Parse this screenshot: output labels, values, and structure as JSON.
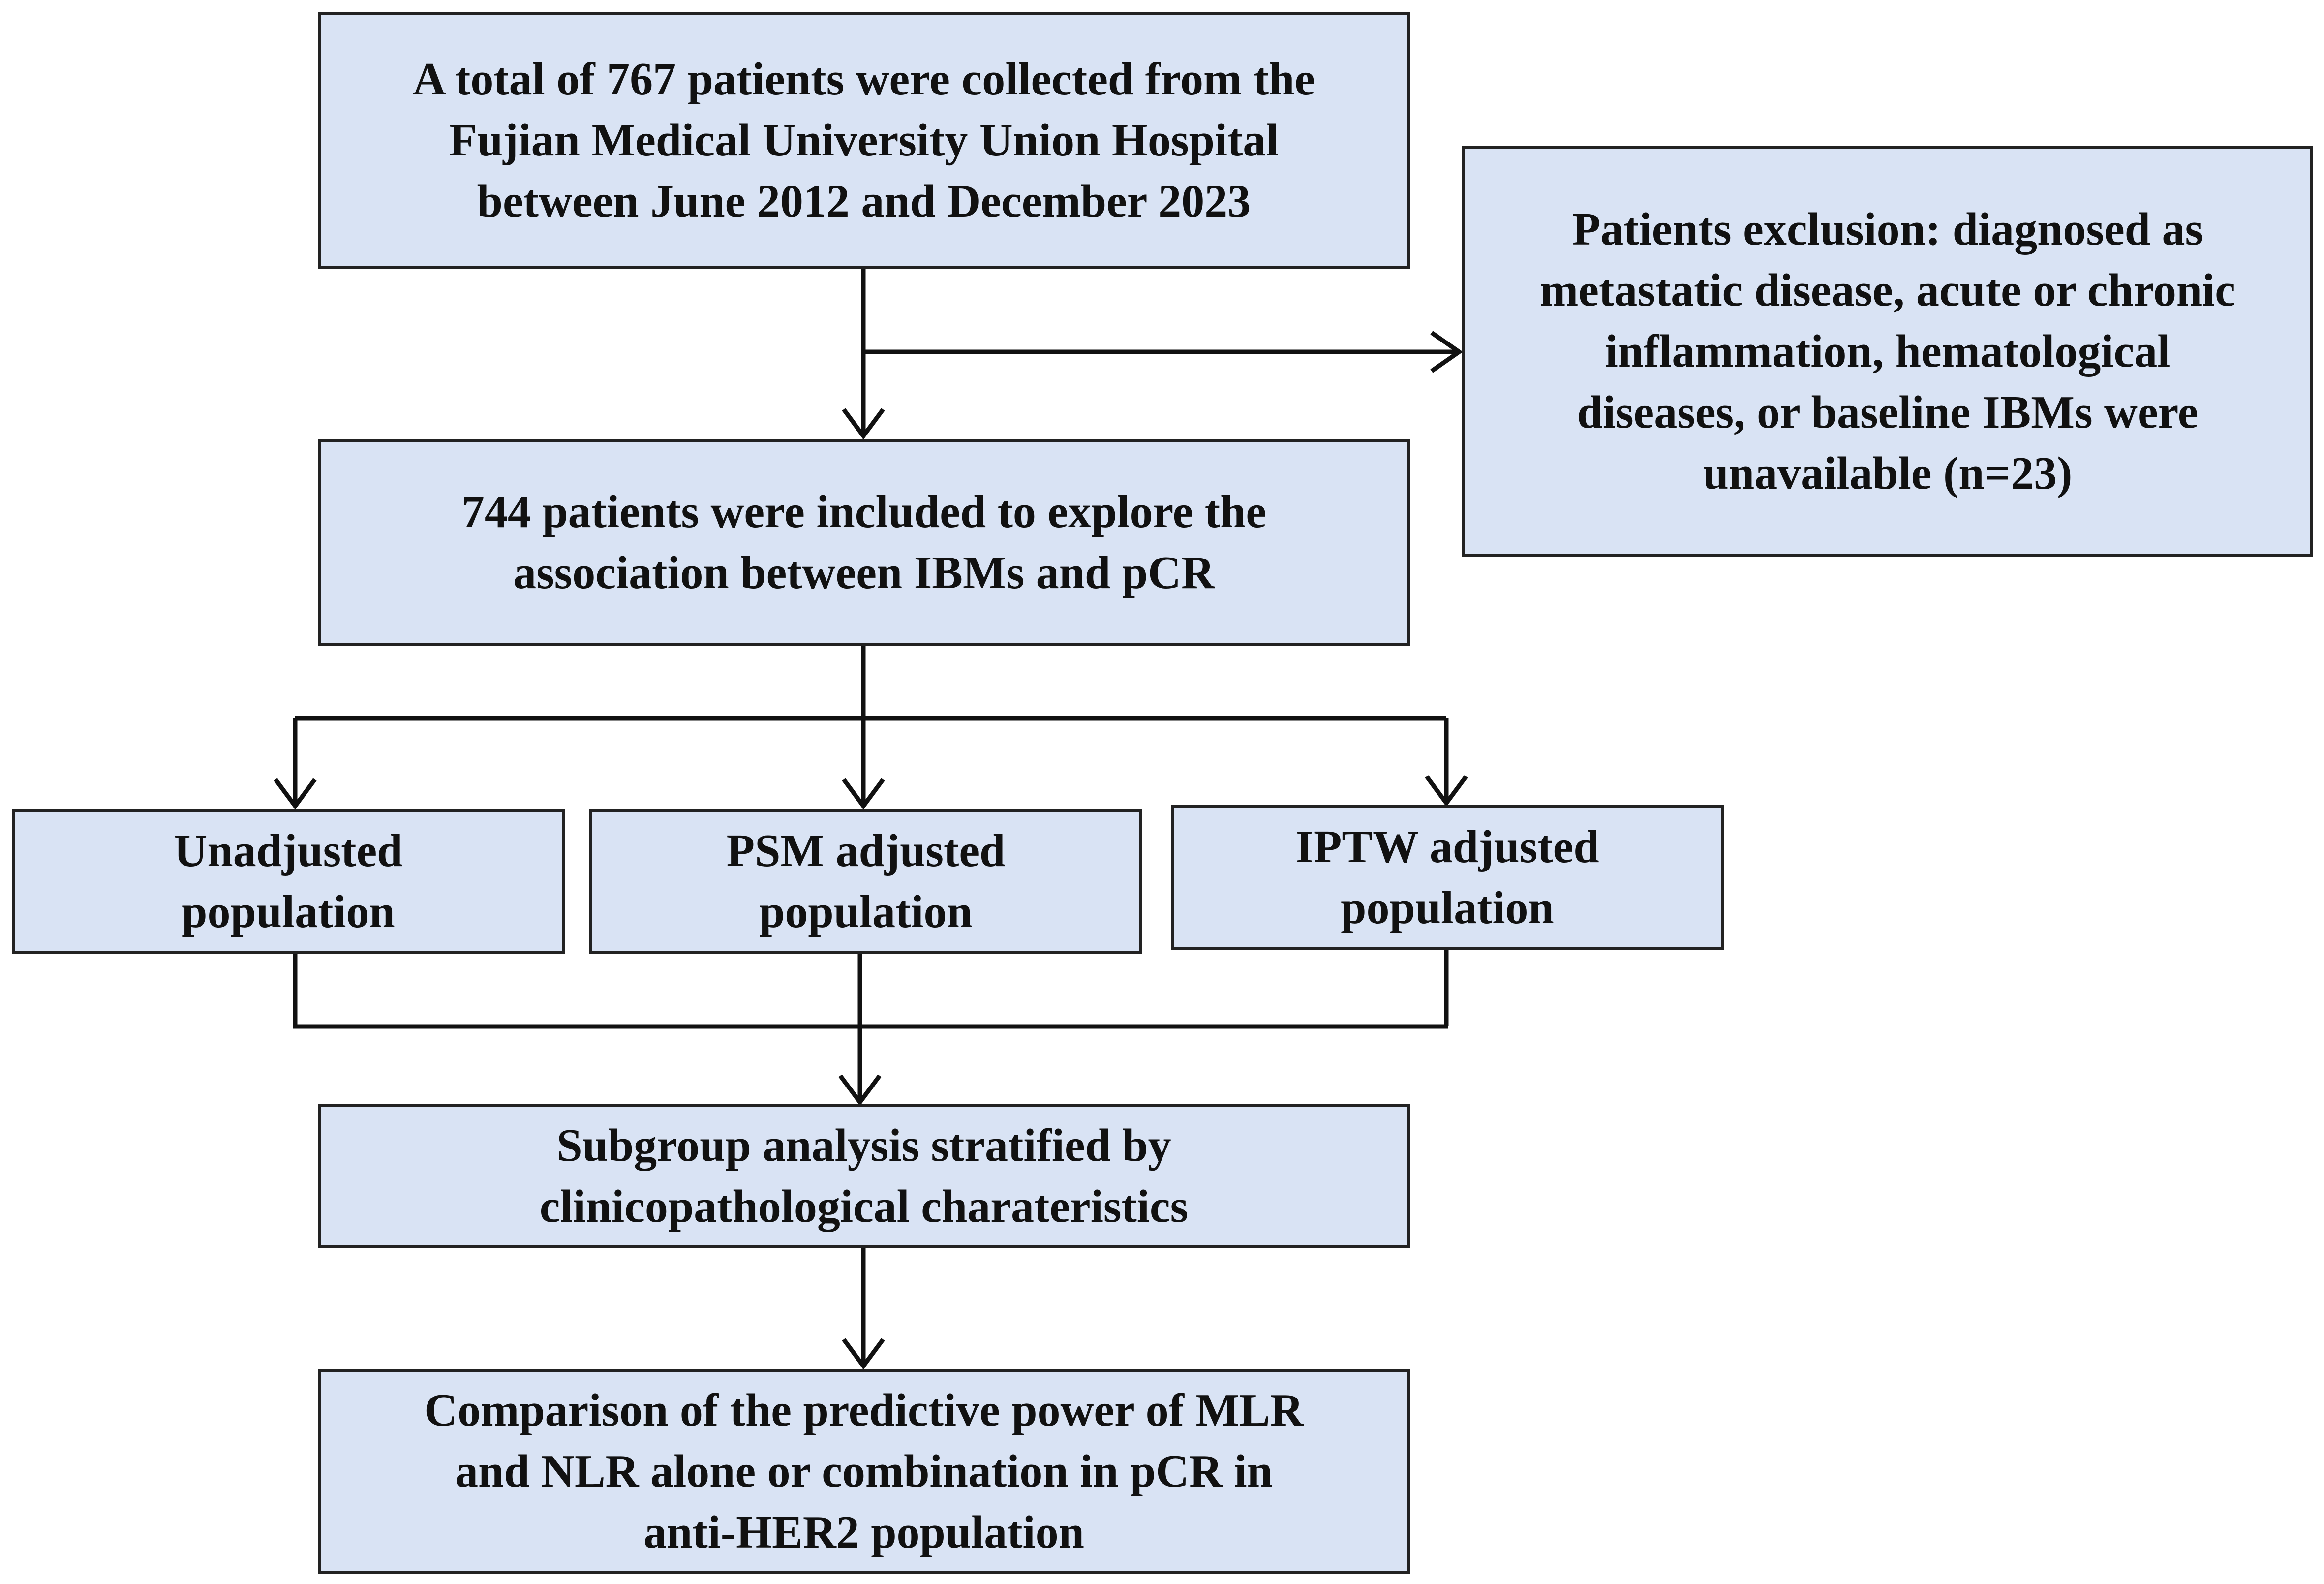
{
  "colors": {
    "box_fill": "#d9e3f4",
    "box_border": "#222222",
    "connector": "#111111"
  },
  "boxes": {
    "total_patients": [
      "A total of 767 patients were collected from the",
      "Fujian Medical University Union Hospital",
      "between June 2012 and December 2023"
    ],
    "exclusion": [
      "Patients exclusion: diagnosed as",
      "metastatic disease, acute or chronic",
      "inflammation, hematological",
      "diseases, or baseline IBMs were",
      "unavailable (n=23)"
    ],
    "included": [
      "744 patients were included to explore the",
      "association between IBMs and pCR"
    ],
    "unadjusted": [
      "Unadjusted",
      "population"
    ],
    "psm_adjusted": [
      "PSM adjusted",
      "population"
    ],
    "iptw_adjusted": [
      "IPTW adjusted",
      "population"
    ],
    "subgroup": [
      "Subgroup analysis stratified by",
      "clinicopathological charateristics"
    ],
    "comparison": [
      "Comparison of the predictive power of MLR",
      "and NLR alone or combination in pCR in",
      "anti-HER2 population"
    ]
  }
}
